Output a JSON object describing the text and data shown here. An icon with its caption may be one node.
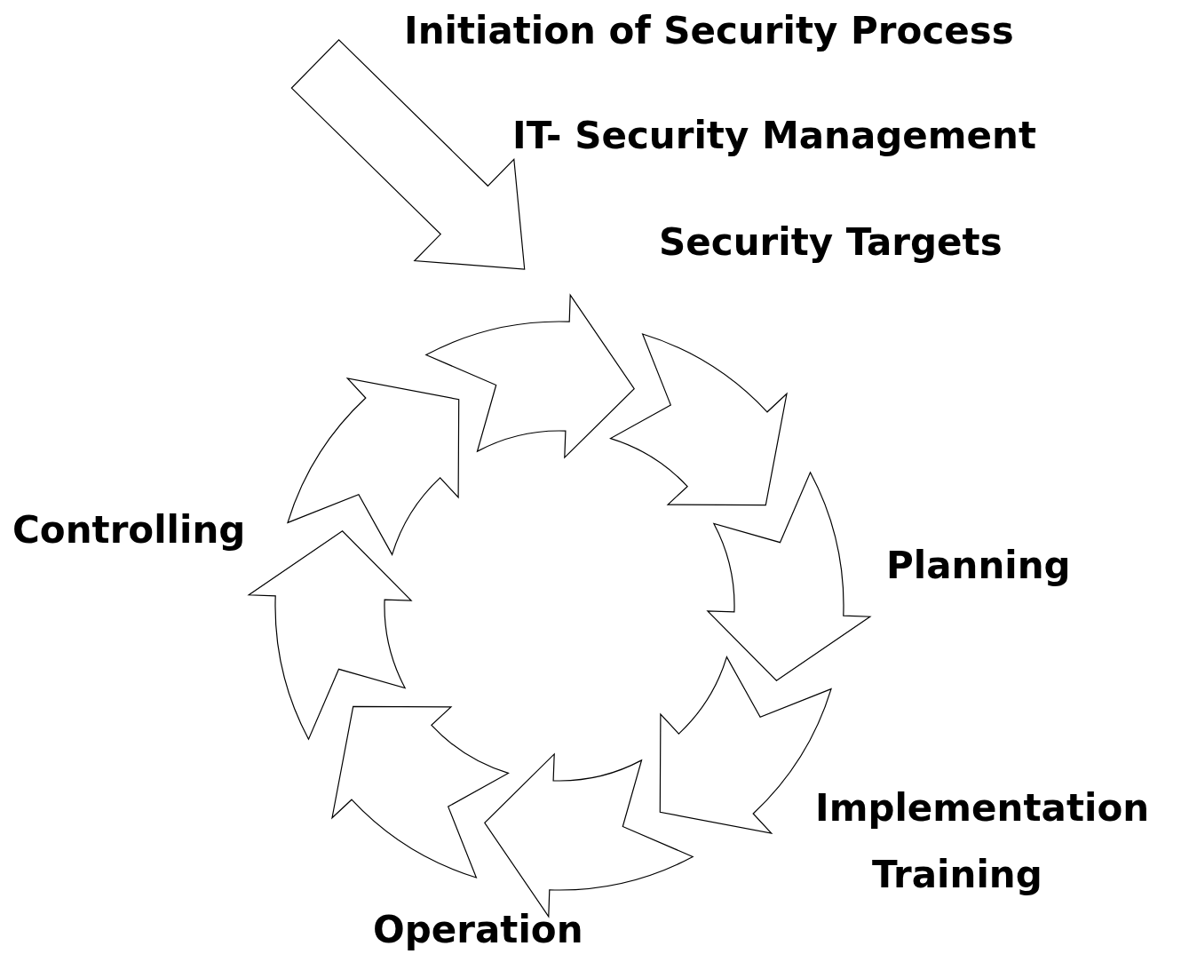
{
  "diagram": {
    "labels": [
      "Initiation of Security Process",
      "IT- Security Management",
      "Security Targets",
      "Controlling",
      "Planning",
      "Implementation",
      "Training",
      "Operation"
    ]
  }
}
